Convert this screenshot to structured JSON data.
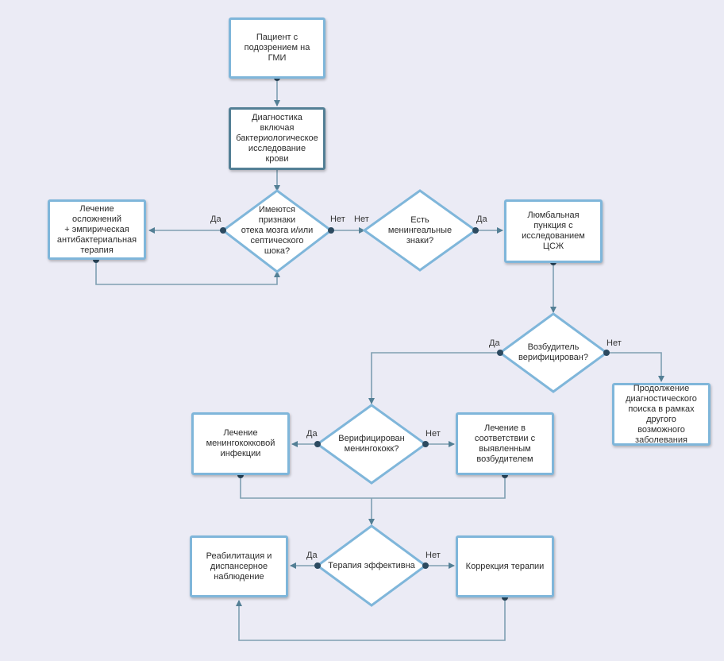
{
  "colors": {
    "background": "#ebebf5",
    "box_border": "#7fb6da",
    "box_border_dark": "#537f95",
    "connector": "#7f9fb2",
    "connector_dot": "#2c4a60"
  },
  "nodes": {
    "patient": "Пациент с\nподозрением на ГМИ",
    "diagnostics": "Диагностика\nвключая\nбактериологическое\nисследование крови",
    "complications_treatment": "Лечение осложнений\n+ эмпирическая\nантибактериальная\nтерапия",
    "edema_question": "Имеются\nпризнаки\nотека мозга и/или\nсептического\nшока?",
    "meningeal_question": "Есть\nменингеальные\nзнаки?",
    "lumbar_puncture": "Люмбальная\nпункция с\nисследованием ЦСЖ",
    "pathogen_question": "Возбудитель\nверифицирован?",
    "continue_search": "Продолжение\nдиагностического\nпоиска в рамках\nдругого\nвозможного\nзаболевания",
    "meningococcus_question": "Верифицирован\nменингококк?",
    "meningococcal_treatment": "Лечение\nменингококковой\nинфекции",
    "pathogen_treatment": "Лечение в\nсоответствии с\nвыявленным\nвозбудителем",
    "therapy_question": "Терапия эффективна",
    "rehabilitation": "Реабилитация и\nдиспансерное\nнаблюдение",
    "therapy_correction": "Коррекция терапии"
  },
  "labels": {
    "edema_yes": "Да",
    "edema_no": "Нет",
    "meningeal_no": "Нет",
    "meningeal_yes": "Да",
    "pathogen_yes": "Да",
    "pathogen_no": "Нет",
    "meningococcus_yes": "Да",
    "meningococcus_no": "Нет",
    "therapy_yes": "Да",
    "therapy_no": "Нет"
  }
}
